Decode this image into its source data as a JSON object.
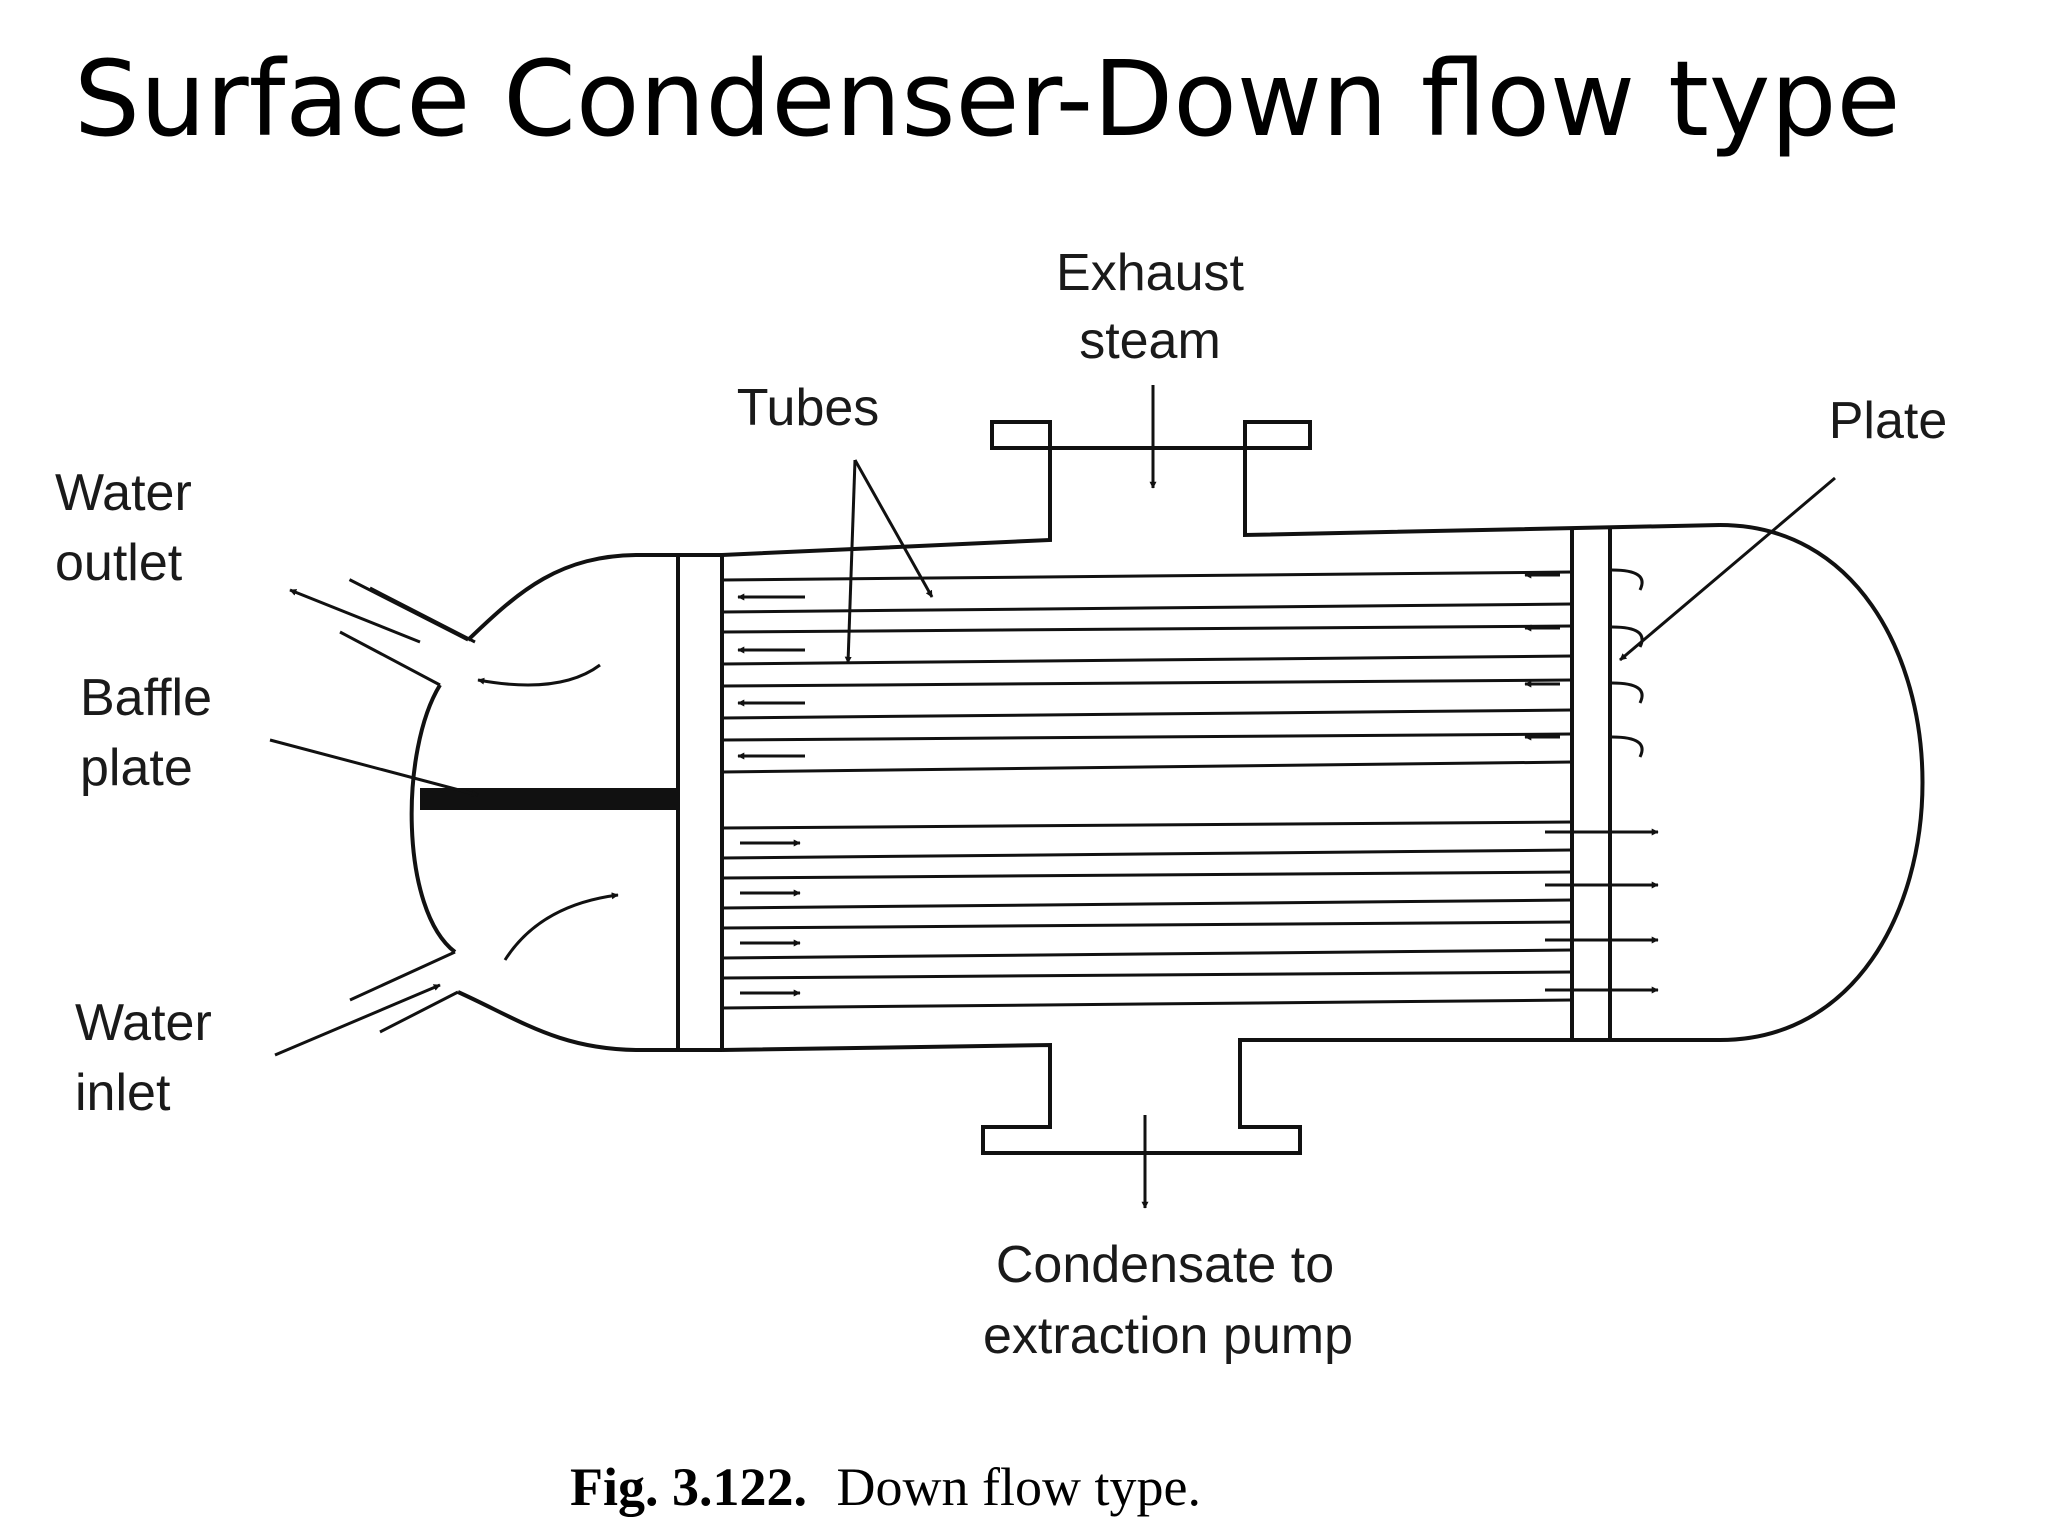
{
  "title": "Surface Condenser-Down flow type",
  "labels": {
    "exhaust_line1": "Exhaust",
    "exhaust_line2": "steam",
    "tubes": "Tubes",
    "plate": "Plate",
    "water_outlet_line1": "Water",
    "water_outlet_line2": "outlet",
    "baffle_line1": "Baffle",
    "baffle_line2": "plate",
    "water_inlet_line1": "Water",
    "water_inlet_line2": "inlet",
    "condensate_line1": "Condensate to",
    "condensate_line2": "extraction pump"
  },
  "caption": {
    "number": "Fig. 3.122.",
    "text": "Down flow type."
  },
  "colors": {
    "ink": "#111111",
    "background": "#ffffff"
  }
}
